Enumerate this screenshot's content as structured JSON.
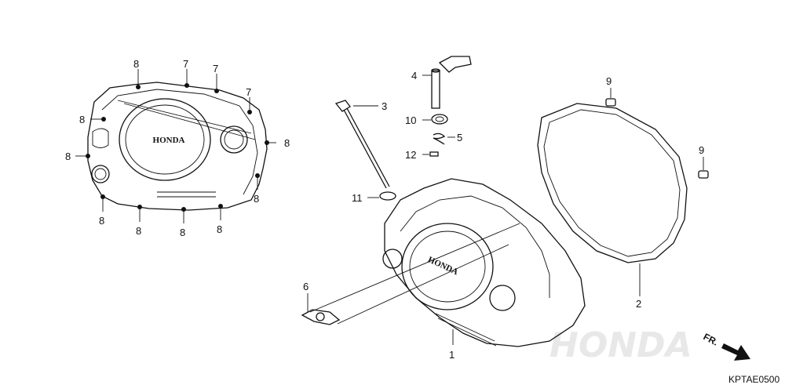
{
  "labels": {
    "p1": "1",
    "p2": "2",
    "p3": "3",
    "p4": "4",
    "p5": "5",
    "p6": "6",
    "p7a": "7",
    "p7b": "7",
    "p7c": "7",
    "p8a": "8",
    "p8b": "8",
    "p8c": "8",
    "p8d": "8",
    "p8e": "8",
    "p8f": "8",
    "p8g": "8",
    "p8h": "8",
    "p8i": "8",
    "p9a": "9",
    "p9b": "9",
    "p10": "10",
    "p11": "11",
    "p12": "12"
  },
  "cover_logo_left": "HONDA",
  "cover_logo_right": "HONDA",
  "watermark": "HONDA",
  "front_marker": "FR.",
  "diagram_code": "KPTAE0500"
}
